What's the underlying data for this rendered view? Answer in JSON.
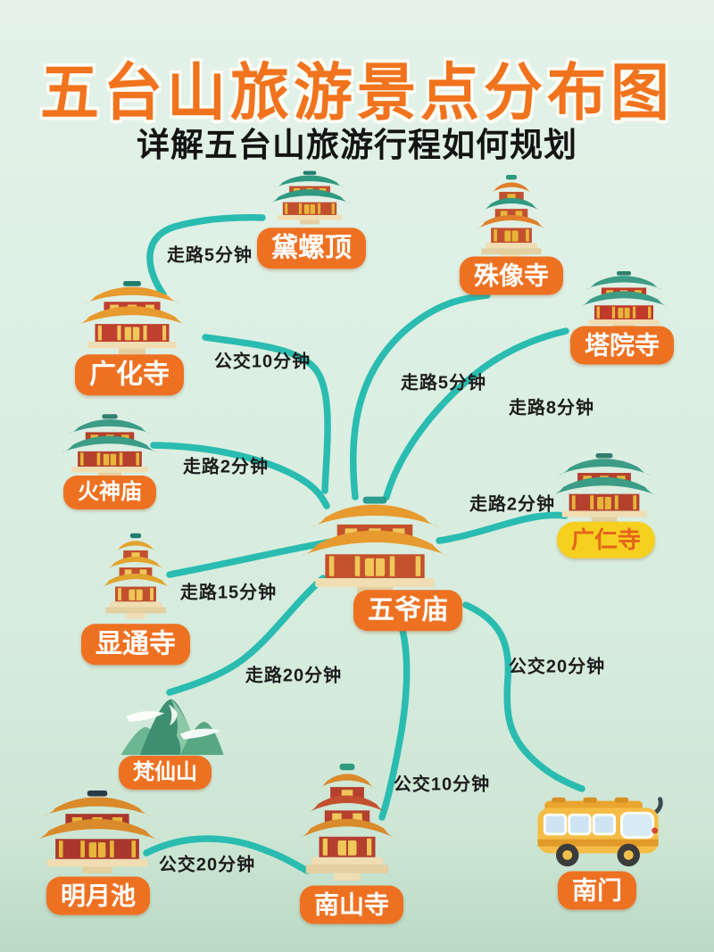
{
  "title": "五台山旅游景点分布图",
  "subtitle": "详解五台山旅游行程如何规划",
  "colors": {
    "background": "#d9ede2",
    "route_line": "#2abcb0",
    "label_background": "#ee7122",
    "label_text": "#ffffff",
    "highlight_label_background": "#f6d01f",
    "highlight_label_text": "#e4631a",
    "title_color": "#f1731d",
    "subtitle_color": "#141414"
  },
  "locations": [
    {
      "id": "dailuoding",
      "name": "黛螺顶",
      "icon": "temple-hall-icon"
    },
    {
      "id": "shuxiangsi",
      "name": "殊像寺",
      "icon": "temple-tower-icon"
    },
    {
      "id": "tayuansi",
      "name": "塔院寺",
      "icon": "temple-hall-icon"
    },
    {
      "id": "guanghuasi",
      "name": "广化寺",
      "icon": "temple-hall-icon"
    },
    {
      "id": "huoshenmiao",
      "name": "火神庙",
      "icon": "temple-hall-icon"
    },
    {
      "id": "guangrensi",
      "name": "广仁寺",
      "icon": "temple-hall-icon",
      "highlighted": true
    },
    {
      "id": "wuyemiao",
      "name": "五爷庙",
      "icon": "temple-hall-icon"
    },
    {
      "id": "xiantongsi",
      "name": "显通寺",
      "icon": "temple-tower-icon"
    },
    {
      "id": "fanxianshan",
      "name": "梵仙山",
      "icon": "mountain-icon"
    },
    {
      "id": "mingyuechi",
      "name": "明月池",
      "icon": "temple-hall-icon"
    },
    {
      "id": "nanshansi",
      "name": "南山寺",
      "icon": "temple-tower-icon"
    },
    {
      "id": "nanmen",
      "name": "南门",
      "icon": "bus-icon"
    }
  ],
  "routes": [
    {
      "from": "广化寺",
      "to": "黛螺顶",
      "label": "走路5分钟",
      "mode": "walk"
    },
    {
      "from": "广化寺",
      "to": "五爷庙",
      "label": "公交10分钟",
      "mode": "bus"
    },
    {
      "from": "五爷庙",
      "to": "殊像寺",
      "label": "走路5分钟",
      "mode": "walk"
    },
    {
      "from": "五爷庙",
      "to": "塔院寺",
      "label": "走路8分钟",
      "mode": "walk"
    },
    {
      "from": "火神庙",
      "to": "五爷庙",
      "label": "走路2分钟",
      "mode": "walk"
    },
    {
      "from": "五爷庙",
      "to": "广仁寺",
      "label": "走路2分钟",
      "mode": "walk"
    },
    {
      "from": "显通寺",
      "to": "五爷庙",
      "label": "走路15分钟",
      "mode": "walk"
    },
    {
      "from": "五爷庙",
      "to": "梵仙山",
      "label": "走路20分钟",
      "mode": "walk"
    },
    {
      "from": "五爷庙",
      "to": "南门",
      "label": "公交20分钟",
      "mode": "bus"
    },
    {
      "from": "五爷庙",
      "to": "南山寺",
      "label": "公交10分钟",
      "mode": "bus"
    },
    {
      "from": "明月池",
      "to": "南山寺",
      "label": "公交20分钟",
      "mode": "bus"
    }
  ]
}
